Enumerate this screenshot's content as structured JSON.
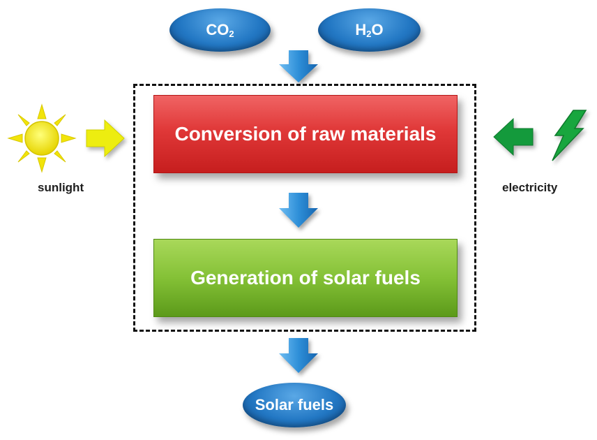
{
  "inputs": [
    {
      "main": "CO",
      "sub": "2",
      "tail": ""
    },
    {
      "main": "H",
      "sub": "2",
      "tail": "O"
    }
  ],
  "steps": [
    {
      "label": "Conversion of raw materials",
      "color": "#e03838"
    },
    {
      "label": "Generation of solar fuels",
      "color": "#84c136"
    }
  ],
  "energy_sources": {
    "left": {
      "label": "sunlight",
      "icon": "sun-icon",
      "arrow_color": "#e8e812"
    },
    "right": {
      "label": "electricity",
      "icon": "lightning-icon",
      "arrow_color": "#129a3a"
    }
  },
  "output": {
    "label": "Solar fuels"
  },
  "colors": {
    "ellipse_blue": "#2378c4",
    "flow_arrow_blue": "#2e8fd8"
  }
}
